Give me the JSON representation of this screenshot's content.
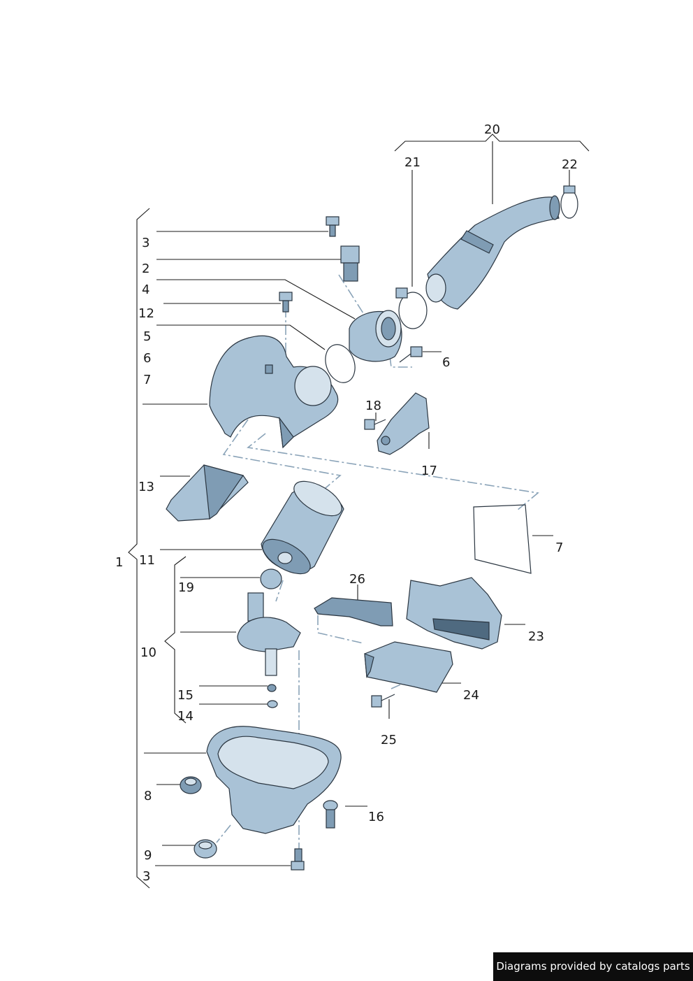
{
  "callouts": {
    "c1": "1",
    "c2": "2",
    "c3a": "3",
    "c3b": "3",
    "c4": "4",
    "c5": "5",
    "c6a": "6",
    "c6b": "6",
    "c7a": "7",
    "c7b": "7",
    "c8": "8",
    "c9": "9",
    "c10": "10",
    "c11": "11",
    "c12": "12",
    "c13": "13",
    "c14": "14",
    "c15": "15",
    "c16": "16",
    "c17": "17",
    "c18": "18",
    "c19": "19",
    "c20": "20",
    "c21": "21",
    "c22": "22",
    "c23": "23",
    "c24": "24",
    "c25": "25",
    "c26": "26"
  },
  "colors": {
    "part_fill": "#a9c2d6",
    "part_shade": "#7f9cb4",
    "part_dark": "#4f6a80",
    "guide_line": "#8aa3b8",
    "leader_line": "#1a1a1a"
  },
  "credit": "Diagrams provided by catalogs parts"
}
